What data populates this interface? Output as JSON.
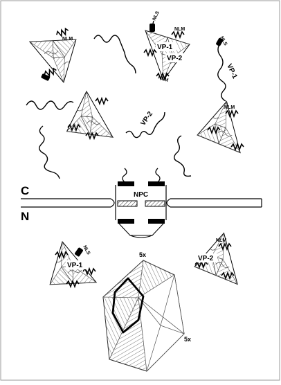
{
  "diagram": {
    "compartments": {
      "cytoplasm": "C",
      "nucleus": "N"
    },
    "pore_label": "NPC",
    "capsomer_labels": {
      "nlm": "NLM",
      "nls": "NLS",
      "vp1": "VP-1",
      "vp2": "VP-2"
    },
    "symmetry_labels": {
      "top": "5x",
      "right": "5x"
    },
    "colors": {
      "ink": "#000000",
      "paper": "#ffffff",
      "hatch": "#555555",
      "frame": "#9a9a9a"
    }
  }
}
